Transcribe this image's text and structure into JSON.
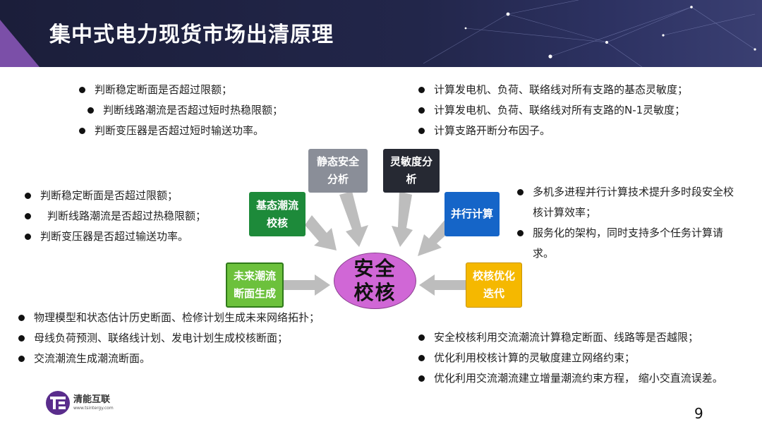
{
  "header": {
    "title": "集中式电力现货市场出清原理"
  },
  "top_left_list": [
    "判断稳定断面是否超过限额；",
    "判断线路潮流是否超过短时热稳限额；",
    "判断变压器是否超过短时输送功率。"
  ],
  "top_right_list": [
    "计算发电机、负荷、联络线对所有支路的基态灵敏度；",
    "计算发电机、负荷、联络线对所有支路的N-1灵敏度；",
    "计算支路开断分布因子。"
  ],
  "mid_left_list": [
    "判断稳定断面是否超过限额；",
    "判断线路潮流是否超过热稳限额；",
    "判断变压器是否超过输送功率。"
  ],
  "mid_right_list": [
    "多机多进程并行计算技术提升多时段安全校核计算效率；",
    "服务化的架构，同时支持多个任务计算请求。"
  ],
  "bottom_left_list": [
    "物理模型和状态估计历史断面、检修计划生成未来网络拓扑；",
    "母线负荷预测、联络线计划、发电计划生成校核断面；",
    "交流潮流生成潮流断面。"
  ],
  "bottom_right_list": [
    "安全校核利用交流潮流计算稳定断面、线路等是否越限；",
    "优化利用校核计算的灵敏度建立网络约束；",
    "优化利用交流潮流建立增量潮流约束方程， 缩小交直流误差。"
  ],
  "diagram": {
    "center": {
      "line1": "安全",
      "line2": "校核"
    },
    "static_security": {
      "line1": "静态安全",
      "line2": "分析"
    },
    "sensitivity": {
      "line1": "灵敏度分",
      "line2": "析"
    },
    "base_flow": {
      "line1": "基态潮流",
      "line2": "校核"
    },
    "parallel": {
      "line1": "并行计算"
    },
    "future_flow": {
      "line1": "未来潮流",
      "line2": "断面生成"
    },
    "iteration": {
      "line1": "校核优化",
      "line2": "迭代"
    }
  },
  "logo": {
    "name": "清能互联",
    "url": "www.tsintergy.com"
  },
  "page_number": "9",
  "colors": {
    "header_bg": "#1b1e3a",
    "accent_purple": "#7b4fa8",
    "center_circle": "#d067d6",
    "box_gray": "#8a8e98",
    "box_dark": "#262933",
    "box_green": "#1d8a3a",
    "box_blue": "#1565c8",
    "box_light_green": "#6cc13c",
    "box_yellow": "#f5b800",
    "arrow_gray": "#bdbdbd"
  }
}
